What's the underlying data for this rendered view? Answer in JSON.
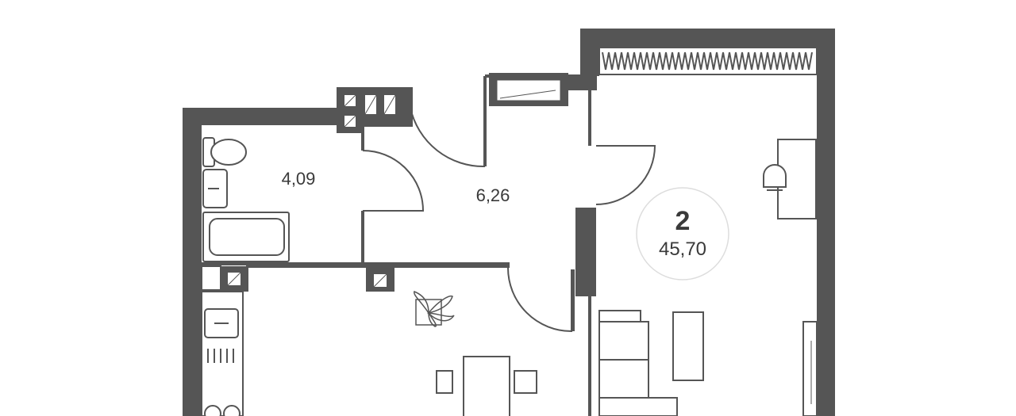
{
  "floorplan": {
    "rooms": [
      {
        "id": "bathroom",
        "area": "4,09"
      },
      {
        "id": "hallway",
        "area": "6,26"
      }
    ],
    "badge": {
      "rooms_count": "2",
      "total_area": "45,70"
    },
    "colors": {
      "wall": "#555555",
      "line": "#666666",
      "badge_border": "#dddddd",
      "background": "#ffffff"
    }
  }
}
